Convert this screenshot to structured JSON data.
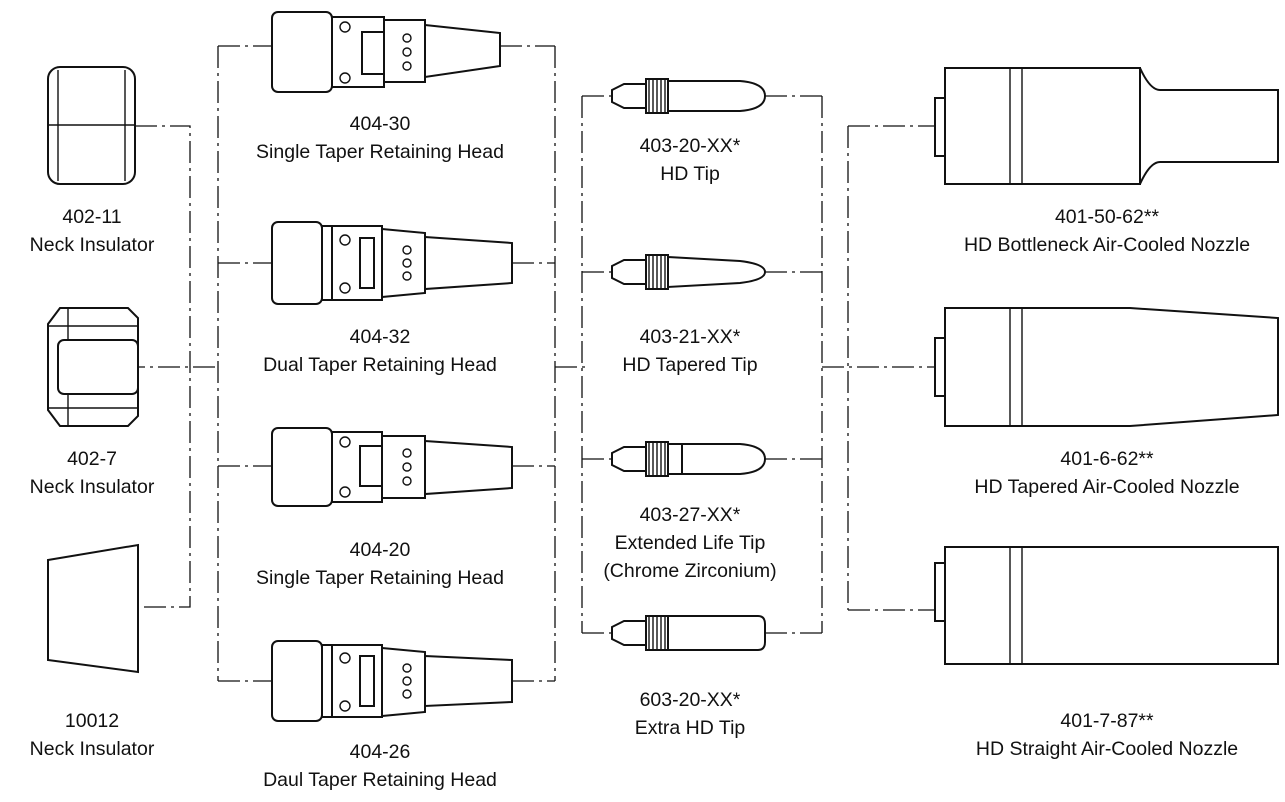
{
  "parts": {
    "neck_insulators": [
      {
        "part_no": "402-11",
        "name": "Neck Insulator"
      },
      {
        "part_no": "402-7",
        "name": "Neck Insulator"
      },
      {
        "part_no": "10012",
        "name": "Neck Insulator"
      }
    ],
    "retaining_heads": [
      {
        "part_no": "404-30",
        "name": "Single Taper Retaining Head"
      },
      {
        "part_no": "404-32",
        "name": "Dual Taper Retaining Head"
      },
      {
        "part_no": "404-20",
        "name": "Single Taper Retaining Head"
      },
      {
        "part_no": "404-26",
        "name": "Daul Taper Retaining Head"
      }
    ],
    "tips": [
      {
        "part_no": "403-20-XX*",
        "name": "HD Tip"
      },
      {
        "part_no": "403-21-XX*",
        "name": "HD Tapered Tip"
      },
      {
        "part_no": "403-27-XX*",
        "name": "Extended Life Tip",
        "note": "(Chrome Zirconium)"
      },
      {
        "part_no": "603-20-XX*",
        "name": "Extra HD Tip"
      }
    ],
    "nozzles": [
      {
        "part_no": "401-50-62**",
        "name": "HD Bottleneck Air-Cooled Nozzle"
      },
      {
        "part_no": "401-6-62**",
        "name": "HD Tapered Air-Cooled Nozzle"
      },
      {
        "part_no": "401-7-87**",
        "name": "HD Straight Air-Cooled Nozzle"
      }
    ]
  }
}
